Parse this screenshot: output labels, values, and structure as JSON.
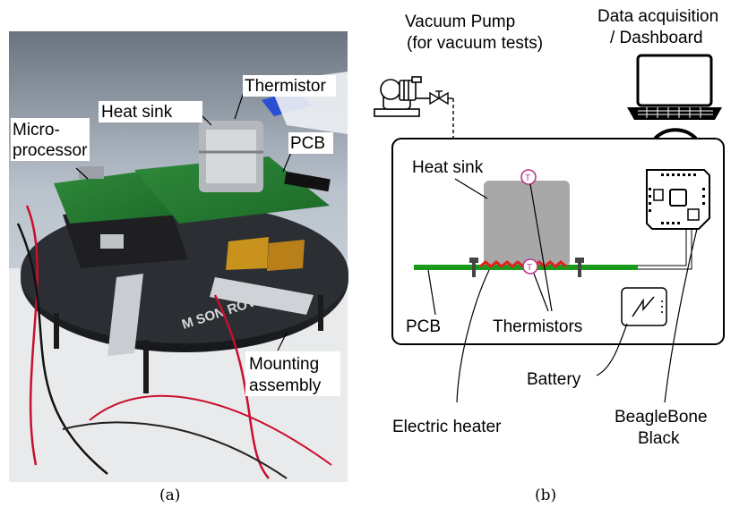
{
  "panel_a": {
    "caption": "(a)",
    "labels": {
      "thermistor": "Thermistor",
      "heat_sink": "Heat sink",
      "microprocessor_line1": "Micro-",
      "microprocessor_line2": "processor",
      "pcb": "PCB",
      "mounting_line1": "Mounting",
      "mounting_line2": "assembly"
    },
    "plate_text": "M   SON ROVER"
  },
  "panel_b": {
    "caption": "(b)",
    "labels": {
      "vacuum_line1": "Vacuum Pump",
      "vacuum_line2": "(for vacuum tests)",
      "daq_line1": "Data acquisition",
      "daq_line2": "/ Dashboard",
      "heat_sink": "Heat sink",
      "pcb": "PCB",
      "thermistors": "Thermistors",
      "battery": "Battery",
      "electric_heater": "Electric heater",
      "bbb_line1": "BeagleBone",
      "bbb_line2": "Black",
      "thermistor_marker": "T"
    }
  },
  "colors": {
    "pcb_green": "#1a9a1a",
    "heater_red": "#e02020",
    "heatsink_gray": "#a8a8a8",
    "thermistor_magenta": "#c0308a"
  }
}
